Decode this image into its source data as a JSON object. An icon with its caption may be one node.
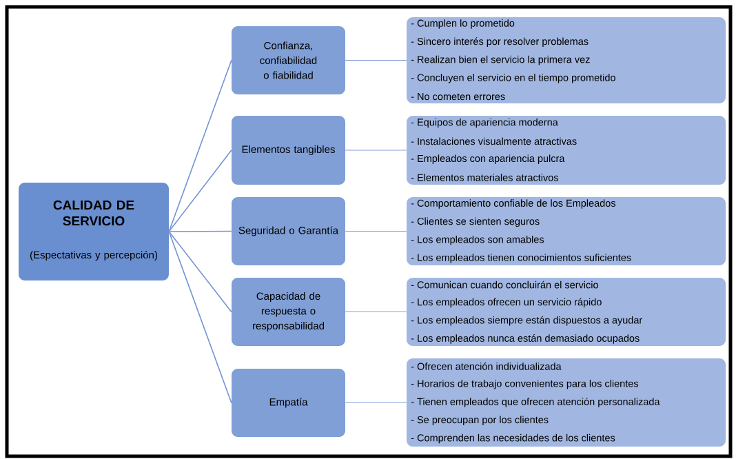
{
  "diagram": {
    "nodes": [
      {
        "text": [
          "CALIDAD DE SERVICIO",
          "(Espectativas y percepción)"
        ]
      },
      {
        "text": [
          "Confianza, confiabilidad o fiabilidad"
        ]
      },
      {
        "text": [
          "Elementos tangibles"
        ]
      },
      {
        "text": [
          "Seguridad o Garantía"
        ]
      },
      {
        "text": [
          "Capacidad de respuesta o responsabilidad"
        ]
      },
      {
        "text": [
          "Empatía"
        ]
      },
      {
        "text": [
          "- Cumplen lo prometido",
          "- Sincero interés por resolver problemas",
          "- Realizan bien el servicio la primera vez",
          "- Concluyen el servicio en el tiempo prometido",
          "- No cometen errores"
        ]
      },
      {
        "text": [
          "- Equipos de apariencia moderna",
          "- Instalaciones visualmente atractivas",
          "- Empleados con apariencia pulcra",
          "- Elementos materiales atractivos"
        ]
      },
      {
        "text": [
          "- Comportamiento confiable de los Empleados",
          "- Clientes se sienten seguros",
          "- Los empleados son amables",
          "- Los empleados tienen conocimientos suficientes"
        ]
      },
      {
        "text": [
          "- Comunican cuando concluirán el servicio",
          "- Los empleados ofrecen un servicio rápido",
          "- Los empleados siempre están dispuestos a ayudar",
          "- Los empleados nunca están demasiado ocupados"
        ]
      },
      {
        "text": [
          "- Ofrecen atención individualizada",
          "- Horarios de trabajo convenientes para los clientes",
          "- Tienen empleados que ofrecen atención personalizada",
          "- Se preocupan por los clientes",
          "- Comprenden las necesidades de los clientes"
        ]
      }
    ],
    "edges": [
      {
        "from": 0,
        "to": 1,
        "arrow": "none"
      },
      {
        "from": 0,
        "to": 2,
        "arrow": "none"
      },
      {
        "from": 0,
        "to": 3,
        "arrow": "none"
      },
      {
        "from": 0,
        "to": 4,
        "arrow": "none"
      },
      {
        "from": 0,
        "to": 5,
        "arrow": "none"
      },
      {
        "from": 1,
        "to": 6,
        "arrow": "none"
      },
      {
        "from": 2,
        "to": 7,
        "arrow": "none"
      },
      {
        "from": 3,
        "to": 8,
        "arrow": "none"
      },
      {
        "from": 4,
        "to": 9,
        "arrow": "none"
      },
      {
        "from": 5,
        "to": 10,
        "arrow": "none"
      }
    ]
  }
}
